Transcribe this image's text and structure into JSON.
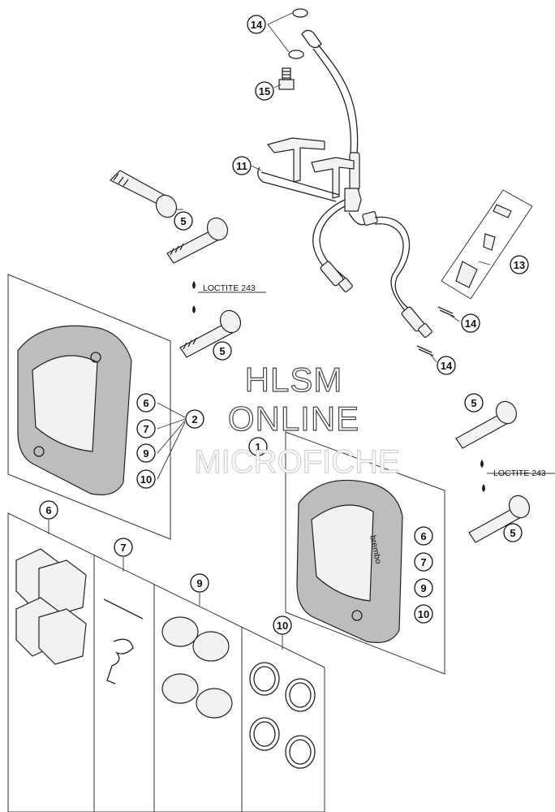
{
  "watermark": {
    "line1": "HLSM",
    "line2": "ONLINE",
    "line3": "MICROFICHE"
  },
  "loctite_labels": [
    "LOCTITE 243",
    "LOCTITE 243"
  ],
  "callouts": {
    "c14_top": "14",
    "c15": "15",
    "c11": "11",
    "c5_a": "5",
    "c5_b": "5",
    "c13": "13",
    "c14_mid": "14",
    "c14_low": "14",
    "c6_left": "6",
    "c2": "2",
    "c7_left": "7",
    "c9_left": "9",
    "c10_left": "10",
    "c1": "1",
    "c5_right_top": "5",
    "c5_right_bot": "5",
    "c6_right": "6",
    "c7_right": "7",
    "c9_right": "9",
    "c10_right": "10",
    "c6_kit": "6",
    "c7_kit": "7",
    "c9_kit": "9",
    "c10_kit": "10"
  },
  "caliper_brand": "brembo"
}
